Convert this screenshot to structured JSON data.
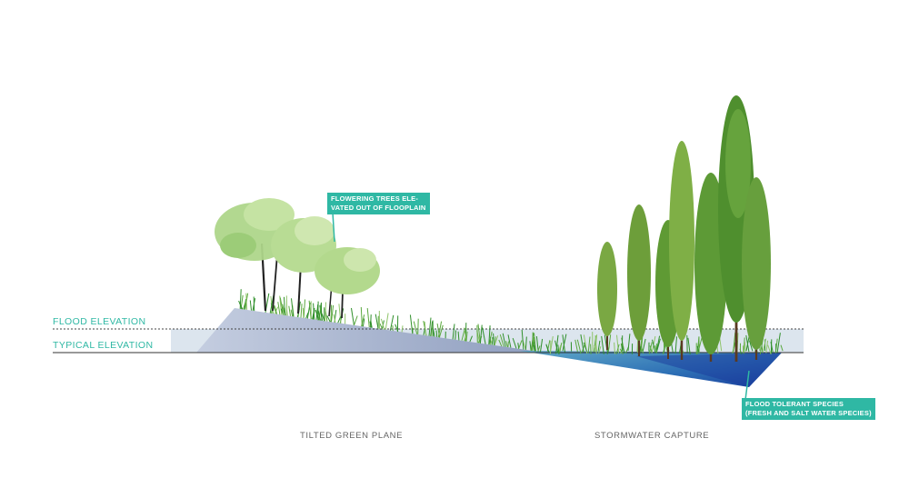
{
  "colors": {
    "teal": "#2fb8a4",
    "flood_band": "#dce5ee",
    "slope_fill": "#a7b4cc",
    "water_deep": "#1d46a8",
    "tree_green": "#6fae3c",
    "grass_green": "#2f8f2a"
  },
  "elevations": {
    "flood": "FLOOD ELEVATION",
    "typical": "TYPICAL ELEVATION"
  },
  "callouts": {
    "flowering_line1": "FLOWERING TREES ELE-",
    "flowering_line2": "VATED OUT OF FLOOPLAIN",
    "flood_tolerant_line1": "FLOOD TOLERANT SPECIES",
    "flood_tolerant_line2": "(FRESH AND SALT WATER SPECIES)"
  },
  "sections": {
    "left": "TILTED GREEN PLANE",
    "right": "STORMWATER CAPTURE"
  }
}
